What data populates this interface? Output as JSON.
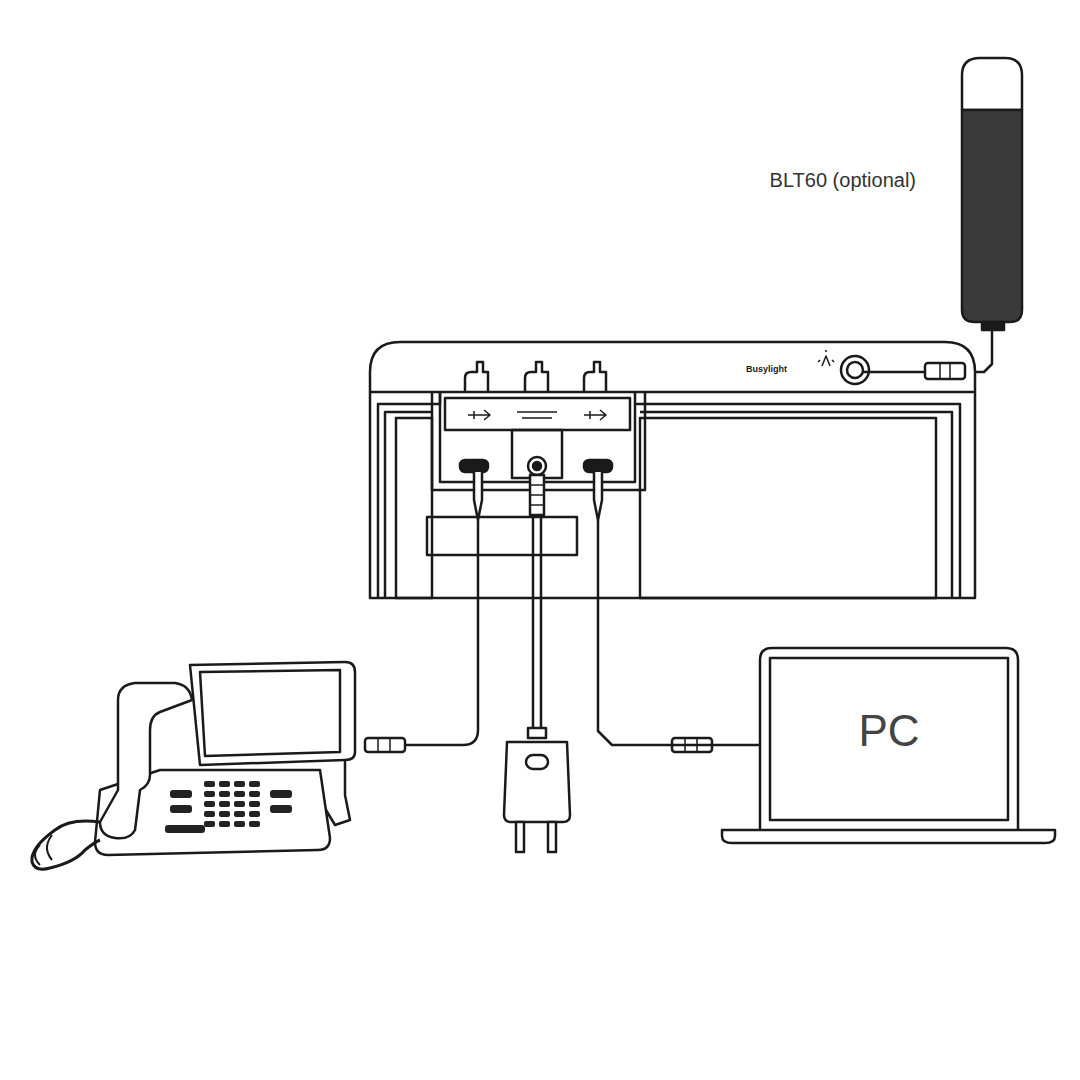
{
  "diagram": {
    "nodes": [
      {
        "text": [
          "BLT60 (optional)"
        ]
      },
      {
        "text": [
          "Busylight"
        ]
      },
      {
        "text": [
          "PC"
        ]
      }
    ],
    "edges": [
      {
        "from": 1,
        "to": 0,
        "arrow": "none"
      },
      {
        "from": 1,
        "to": 2,
        "arrow": "none"
      }
    ]
  }
}
